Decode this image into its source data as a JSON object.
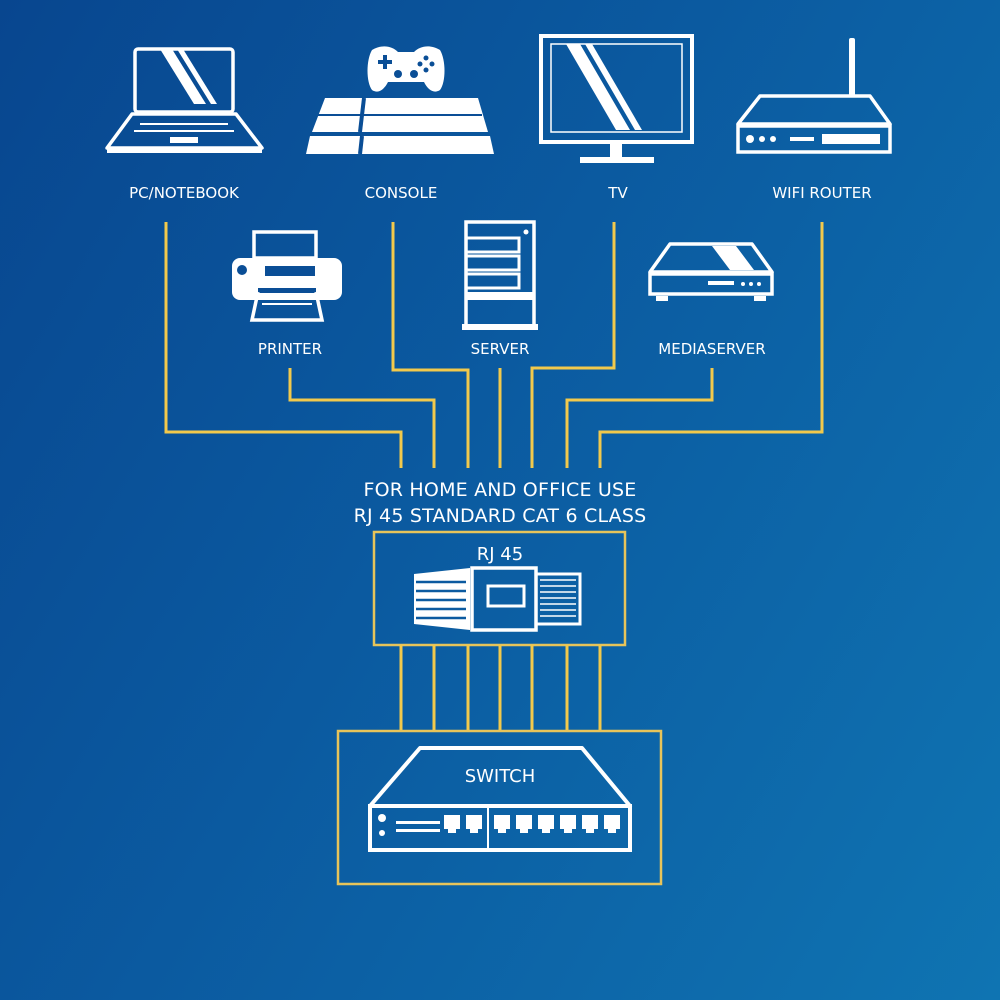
{
  "colors": {
    "background_start": "#08468f",
    "background_end": "#0f74b2",
    "cable": "#f2c94c",
    "icon": "#ffffff"
  },
  "devices": {
    "pc": {
      "label": "PC/NOTEBOOK",
      "icon": "laptop-icon"
    },
    "console": {
      "label": "CONSOLE",
      "icon": "game-console-icon"
    },
    "tv": {
      "label": "TV",
      "icon": "tv-icon"
    },
    "router": {
      "label": "WIFI ROUTER",
      "icon": "wifi-router-icon"
    },
    "printer": {
      "label": "PRINTER",
      "icon": "printer-icon"
    },
    "server": {
      "label": "SERVER",
      "icon": "server-icon"
    },
    "mediaserver": {
      "label": "MEDIASERVER",
      "icon": "media-server-icon"
    }
  },
  "caption": {
    "line1": "FOR HOME AND OFFICE USE",
    "line2": "RJ 45 STANDARD CAT 6 CLASS"
  },
  "connector": {
    "label": "RJ 45",
    "icon": "rj45-plug-icon"
  },
  "switch": {
    "label": "SWITCH",
    "icon": "network-switch-icon"
  }
}
